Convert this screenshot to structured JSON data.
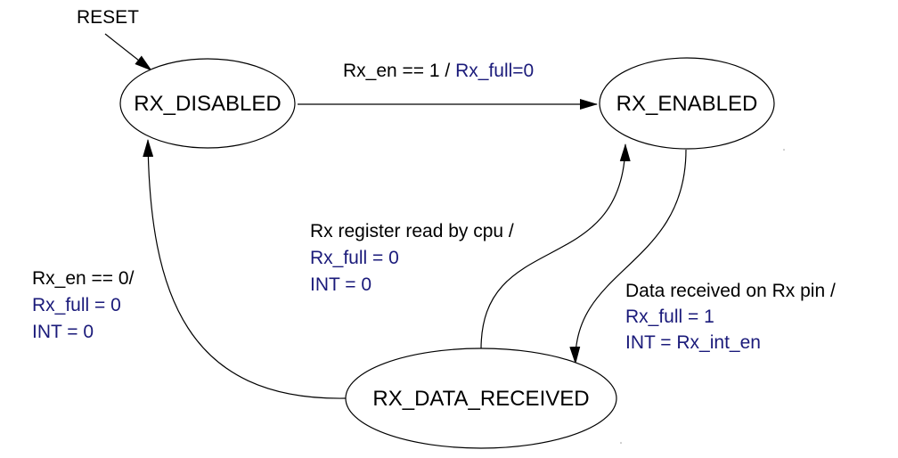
{
  "reset_label": "RESET",
  "states": {
    "disabled": "RX_DISABLED",
    "enabled": "RX_ENABLED",
    "data_received": "RX_DATA_RECEIVED"
  },
  "transitions": {
    "enable": {
      "cond": "Rx_en == 1 / ",
      "action": "Rx_full=0"
    },
    "cpu_read": {
      "cond": "Rx register read by cpu /",
      "action1": "Rx_full = 0",
      "action2": "INT = 0"
    },
    "data_in": {
      "cond": "Data received on Rx pin /",
      "action1": "Rx_full = 1",
      "action2": "INT = Rx_int_en"
    },
    "disable": {
      "cond": "Rx_en == 0/",
      "action1": "Rx_full = 0",
      "action2": "INT = 0"
    }
  },
  "colors": {
    "line": "#000000",
    "action_text": "#1a1a7a"
  }
}
